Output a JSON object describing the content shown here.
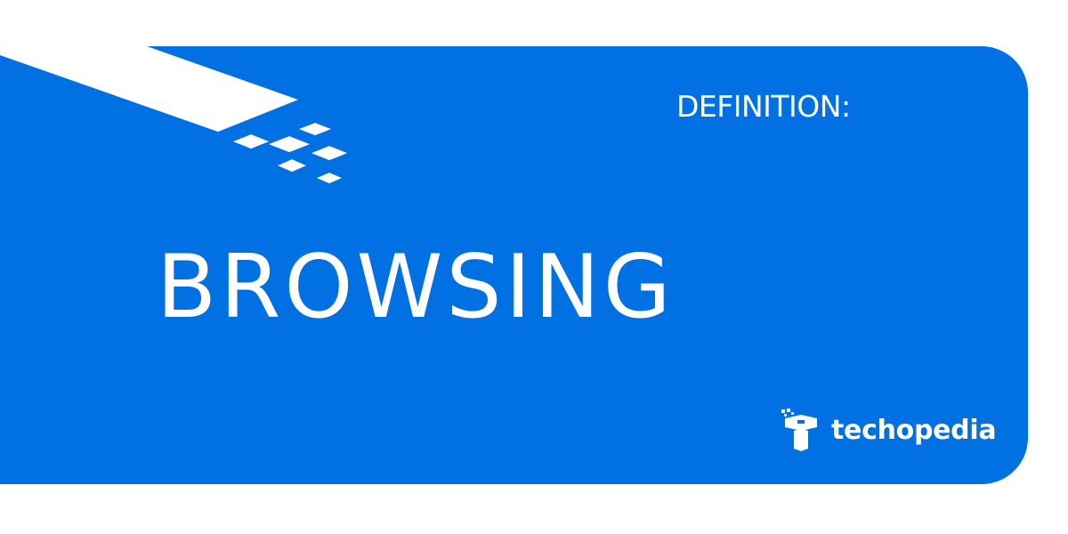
{
  "card": {
    "label": "DEFINITION:",
    "term": "BROWSING",
    "background_color": "#0070E3",
    "text_color": "#FFFFFF"
  },
  "brand": {
    "name": "techopedia",
    "icon": "techopedia-logo-icon"
  },
  "decoration": {
    "icon": "pixel-beam-decoration"
  }
}
